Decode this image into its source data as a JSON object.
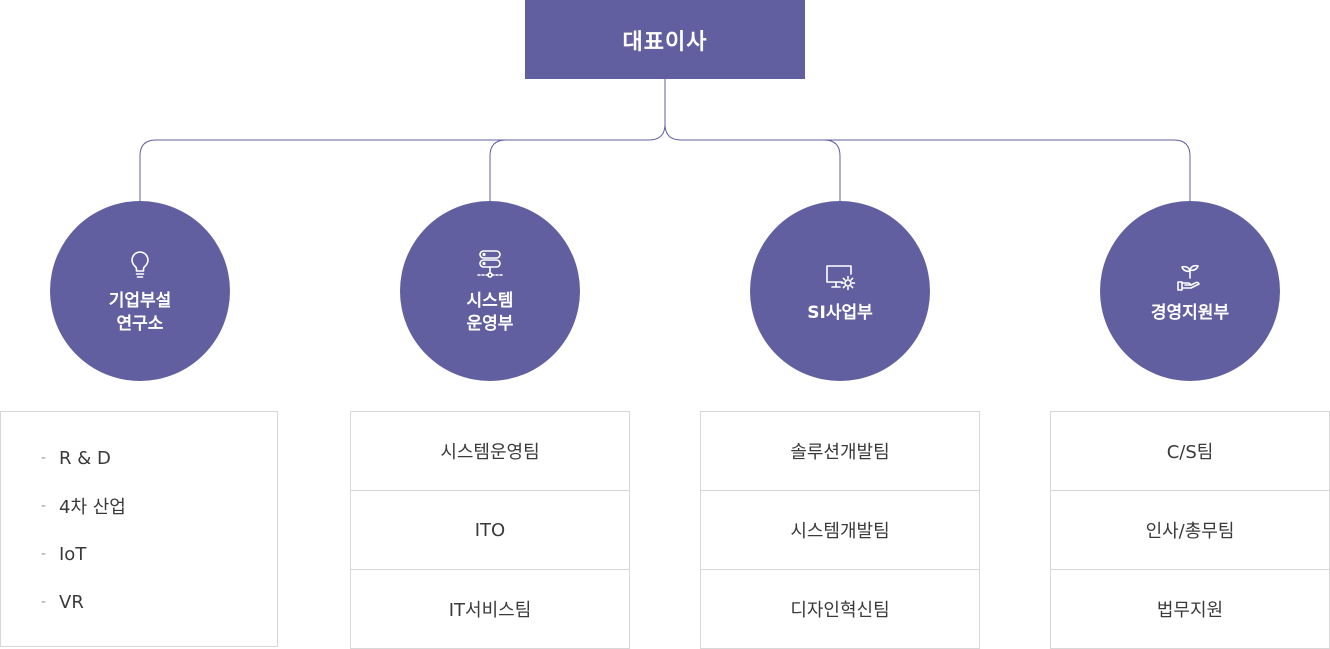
{
  "ceo": {
    "label": "대표이사"
  },
  "divisions": [
    {
      "label": "기업부설\n연구소",
      "icon": "lightbulb-icon",
      "items": [
        "R & D",
        "4차 산업",
        "IoT",
        "VR"
      ]
    },
    {
      "label": "시스템\n운영부",
      "icon": "server-icon",
      "items": [
        "시스템운영팀",
        "ITO",
        "IT서비스팀"
      ]
    },
    {
      "label": "SI사업부",
      "icon": "monitor-gear-icon",
      "items": [
        "솔루션개발팀",
        "시스템개발팀",
        "디자인혁신팀"
      ]
    },
    {
      "label": "경영지원부",
      "icon": "plant-hand-icon",
      "items": [
        "C/S팀",
        "인사/총무팀",
        "법무지원"
      ]
    }
  ],
  "colors": {
    "primary": "#615f9f",
    "connector": "#615f9f",
    "border": "#d8d8d8"
  }
}
